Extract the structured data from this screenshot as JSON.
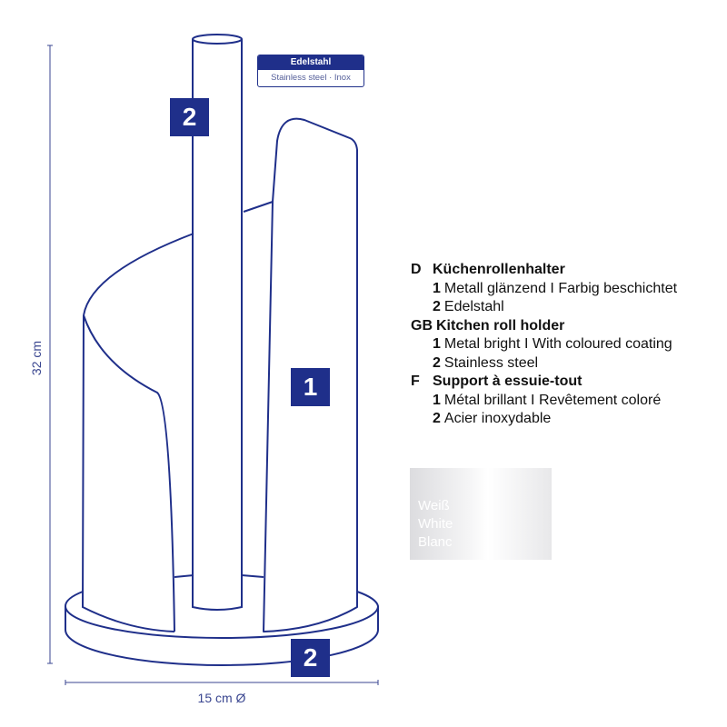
{
  "drawing": {
    "label_tag": {
      "title": "Edelstahl",
      "subtitle": "Stainless steel · Inox"
    },
    "badges": {
      "pole": "2",
      "cylinder": "1",
      "base": "2"
    },
    "height_dimension": "32 cm",
    "diameter_dimension": "15 cm Ø",
    "line_color": "#1f2f8a"
  },
  "legend": [
    {
      "code": "D",
      "title": "Küchenrollenhalter",
      "items": [
        {
          "num": "1",
          "text": "Metall glänzend I Farbig beschichtet"
        },
        {
          "num": "2",
          "text": "Edelstahl"
        }
      ]
    },
    {
      "code": "GB",
      "title": "Kitchen roll holder",
      "items": [
        {
          "num": "1",
          "text": "Metal bright I With coloured coating"
        },
        {
          "num": "2",
          "text": "Stainless steel"
        }
      ]
    },
    {
      "code": "F",
      "title": "Support à essuie-tout",
      "items": [
        {
          "num": "1",
          "text": "Métal brillant I Revêtement coloré"
        },
        {
          "num": "2",
          "text": "Acier inoxydable"
        }
      ]
    }
  ],
  "swatch": {
    "lines": [
      "Weiß",
      "White",
      "Blanc"
    ]
  }
}
